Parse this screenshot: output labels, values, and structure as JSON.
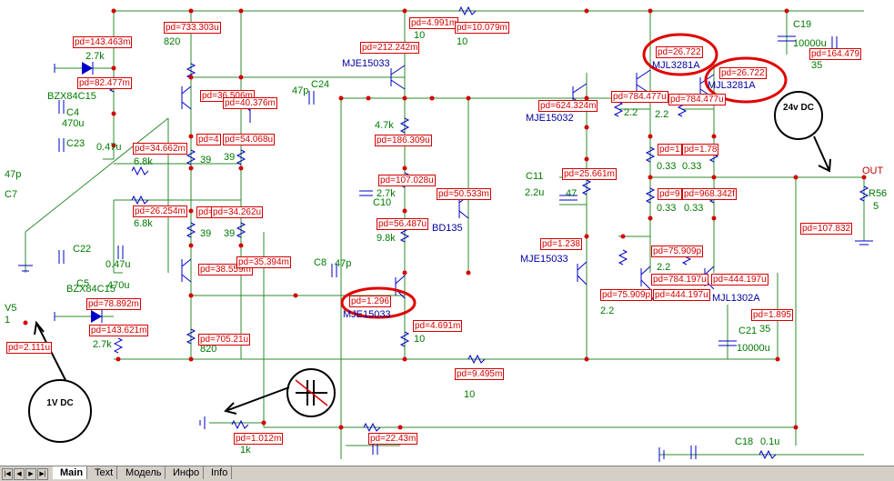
{
  "components": {
    "C19": "C19",
    "c19_val": "10000u",
    "c19_v": "35",
    "MJL3281A_1": "MJL3281A",
    "MJL3281A_2": "MJL3281A",
    "MJE15033_top": "MJE15033",
    "MJE15033_mid": "MJE15033",
    "MJE15033_low": "MJE15033",
    "MJE15032": "MJE15032",
    "BD135": "BD135",
    "MJL1302A_1": "MJL1302A",
    "MJL1302A_2": "MJL1302A",
    "BZX84C15_top": "BZX84C15",
    "BZX84C15_bot": "BZX84C15",
    "C4": "C4",
    "c4_val": "470u",
    "C23": "C23",
    "c23_val": "0.47u",
    "C24": "C24",
    "c24_val": "47p",
    "C7": "C7",
    "c7_val": "47p",
    "C22": "C22",
    "c22_val": "0.47u",
    "C5": "C5",
    "c5_val": "470u",
    "C8": "C8",
    "c8_val": "47p",
    "C10": "C10",
    "C11": "C11",
    "c11_val": "2.2u",
    "C21": "C21",
    "c21_val": "10000u",
    "c21_v": "35",
    "C18": "C18",
    "c18_val": "0.1u",
    "V5": "V5",
    "v5_val": "1",
    "R56": "R56",
    "r56_val": "5",
    "OUT": "OUT",
    "r_820a": "820",
    "r_27k_a": "2.7k",
    "r_10_a": "10",
    "r_10_b": "10",
    "r_47k": "4.7k",
    "r_68k_a": "6.8k",
    "r_68k_b": "6.8k",
    "r_39_a": "39",
    "r_39_b": "39",
    "r_39_c": "39",
    "r_39_d": "39",
    "r_27k_b": "2.7k",
    "r_98k": "9.8k",
    "r_47": "47",
    "r_22_a": "2.2",
    "r_22_b": "2.2",
    "r_22_c": "2.2",
    "r_22_d": "2.2",
    "r_033_a": "0.33",
    "r_033_b": "0.33",
    "r_033_c": "0.33",
    "r_033_d": "0.33",
    "r_820b": "820",
    "r_27k_c": "2.7k",
    "r_10_c": "10",
    "r_10_d": "10",
    "r_1k": "1k"
  },
  "pd": {
    "p1": "pd=733.303u",
    "p2": "pd=4.991m",
    "p3": "pd=10.079m",
    "p4": "pd=143.463m",
    "p5": "pd=82.477m",
    "p6": "pd=212.242m",
    "p7": "pd=26.722",
    "p8": "pd=26.722",
    "p9": "pd=164.479",
    "p10": "pd=36.506m",
    "p11": "pd=40.376m",
    "p12": "pd=624.324m",
    "p13": "pd=784.477u",
    "p14": "pd=784.477u",
    "p15": "pd=186.309u",
    "p16": "pd=34.662m",
    "p17": "pd=4",
    "p18": "pd=54.068u",
    "p19": "pd=1",
    "p20": "pd=1.78",
    "p21": "pd=25.661m",
    "p22": "pd=107.028u",
    "p23": "pd=50.533m",
    "p24": "pd=9",
    "p25": "pd=968.342f",
    "p26": "pd=26.254m",
    "p27": "pd=4",
    "p28": "pd=34.262u",
    "p29": "pd=56.487u",
    "p30": "pd=107.832",
    "p31": "pd=1.238",
    "p32": "pd=75.909p",
    "p33": "pd=38.559m",
    "p34": "pd=35.394m",
    "p35": "pd=784.197u",
    "p36": "pd=444.197u",
    "p37": "pd=1.296",
    "p38": "pd=75.909p",
    "p39": "pd=444.197u",
    "p40": "pd=78.892m",
    "p41": "pd=1.895",
    "p42": "pd=143.621m",
    "p43": "pd=4.691m",
    "p44": "pd=705.21u",
    "p45": "pd=2.111u",
    "p46": "pd=9.495m",
    "p47": "pd=1.012m",
    "p48": "pd=22.43m"
  },
  "notes": {
    "supply": "24v DC",
    "input": "1V DC"
  },
  "tabs": [
    "Main",
    "Text",
    "Модель",
    "Инфо",
    "Info"
  ],
  "active_tab": "Main",
  "colors": {
    "wire": "#2e8b2e",
    "component": "#0000c8",
    "pd_label": "#d40000",
    "highlight": "#e00000"
  }
}
